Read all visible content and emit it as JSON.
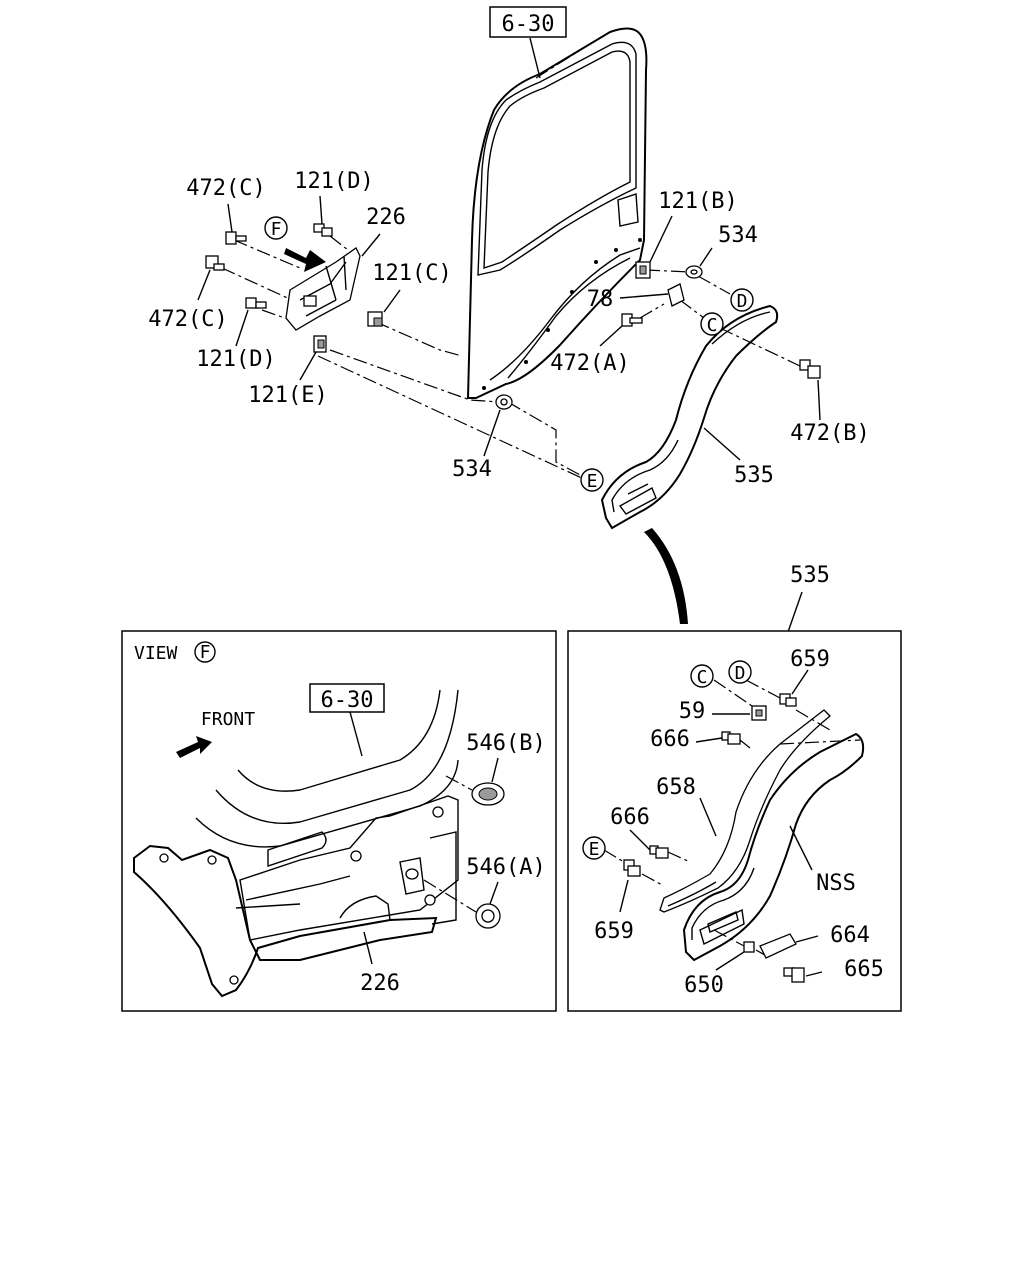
{
  "main": {
    "ref_box": "6-30",
    "labels": {
      "l472c_top": "472(C)",
      "l121d_top": "121(D)",
      "l226_top": "226",
      "l121c": "121(C)",
      "l472c_left": "472(C)",
      "l121d_left": "121(D)",
      "l121e": "121(E)",
      "l121b": "121(B)",
      "l534_right": "534",
      "l78": "78",
      "l472a": "472(A)",
      "l472b": "472(B)",
      "l534_bottom": "534",
      "l535": "535"
    },
    "circles": {
      "f_top": "F",
      "d": "D",
      "c": "C",
      "e": "E"
    }
  },
  "view_f": {
    "title": "VIEW",
    "circle": "F",
    "front": "FRONT",
    "ref_box": "6-30",
    "l546b": "546(B)",
    "l546a": "546(A)",
    "l226": "226"
  },
  "detail_535": {
    "title": "535",
    "c": "C",
    "d": "D",
    "e": "E",
    "l659_top": "659",
    "l59": "59",
    "l666_top": "666",
    "l658": "658",
    "l666_mid": "666",
    "lnss": "NSS",
    "l659_bottom": "659",
    "l664": "664",
    "l665": "665",
    "l650": "650"
  }
}
